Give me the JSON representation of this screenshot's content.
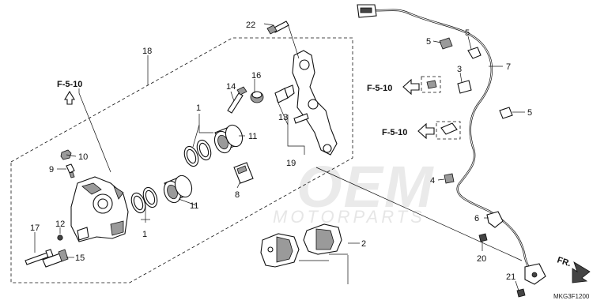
{
  "watermark": {
    "brand": "OEM",
    "sub": "MOTORPARTS"
  },
  "diagram_code": "MKG3F1200",
  "references": {
    "caliper": "F-5-10",
    "sensor_upper": "F-5-10",
    "sensor_lower": "F-5-10"
  },
  "direction": {
    "label": "FR."
  },
  "callouts": {
    "c1a": "1",
    "c1b": "1",
    "c2": "2",
    "c3": "3",
    "c4": "4",
    "c5a": "5",
    "c5b": "5",
    "c5c": "5",
    "c6": "6",
    "c7": "7",
    "c8": "8",
    "c9": "9",
    "c10": "10",
    "c11a": "11",
    "c11b": "11",
    "c12": "12",
    "c13": "13",
    "c14": "14",
    "c15": "15",
    "c16": "16",
    "c17": "17",
    "c18": "18",
    "c19": "19",
    "c20": "20",
    "c21": "21",
    "c22": "22"
  }
}
